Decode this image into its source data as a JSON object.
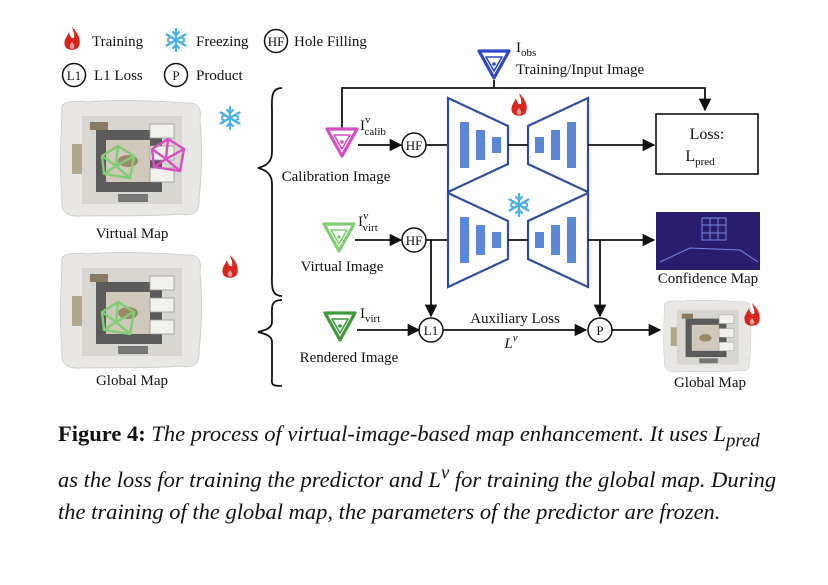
{
  "legend": {
    "training": "Training",
    "freezing": "Freezing",
    "hole_filling_symbol": "HF",
    "hole_filling": "Hole Filling",
    "l1_symbol": "L1",
    "l1_loss": "L1 Loss",
    "product_symbol": "P",
    "product": "Product"
  },
  "maps": {
    "virtual_map": "Virtual Map",
    "global_map": "Global Map",
    "output_global_map": "Global Map"
  },
  "inputs": {
    "obs_symbol": "I",
    "obs_sub": "obs",
    "obs_label": "Training/Input Image",
    "calib_symbol": "I",
    "calib_sup": "v",
    "calib_sub": "calib",
    "calib_label": "Calibration Image",
    "virt_symbol": "I",
    "virt_sup": "v",
    "virt_sub": "virt",
    "virt_label": "Virtual  Image",
    "rendered_symbol": "I",
    "rendered_sub": "virt",
    "rendered_label": "Rendered Image"
  },
  "nodes": {
    "hf": "HF",
    "l1": "L1",
    "p": "P"
  },
  "loss_box": {
    "title": "Loss:",
    "symbol": "L",
    "sub": "pred"
  },
  "confidence_map": "Confidence Map",
  "auxiliary": {
    "label": "Auxiliary Loss",
    "symbol": "L",
    "sup": "v"
  },
  "caption": {
    "label": "Figure 4:",
    "text": "The process of virtual-image-based map enhancement. It uses L_pred as the loss for training the predictor and L^v for training the global map. During the training of the global map, the parameters of the predictor are frozen."
  },
  "colors": {
    "encoder_blue": "#2f4f9e",
    "block_blue": "#5b86d6",
    "flame_red": "#d9261c",
    "snow_blue": "#4ab0e6",
    "magenta": "#d64fc2",
    "light_green": "#7fcf72",
    "green": "#3f9a3c",
    "obs_blue": "#2e48c8",
    "confidence_bg": "#2a1d6e"
  }
}
